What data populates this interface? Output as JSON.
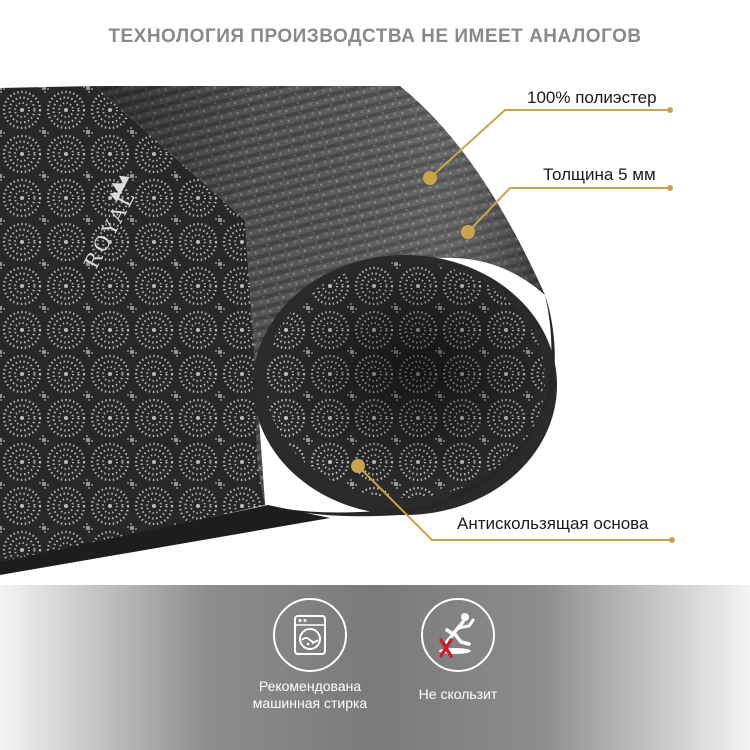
{
  "header": {
    "title": "ТЕХНОЛОГИЯ ПРОИЗВОДСТВА НЕ ИМЕЕТ АНАЛОГОВ"
  },
  "product": {
    "brand_logo_text": "ROYAL"
  },
  "callouts": [
    {
      "label": "100% полиэстер"
    },
    {
      "label": "Толщина 5 мм"
    },
    {
      "label": "Антискользящая основа"
    }
  ],
  "features": [
    {
      "icon": "washing-machine-icon",
      "label": "Рекомендована машинная стирка"
    },
    {
      "icon": "no-slip-icon",
      "label": "Не скользит"
    }
  ],
  "colors": {
    "accent": "#c8a44e",
    "title": "#8a8a8a",
    "icon_line": "#ffffff",
    "prohibit": "#cc1f2a"
  }
}
